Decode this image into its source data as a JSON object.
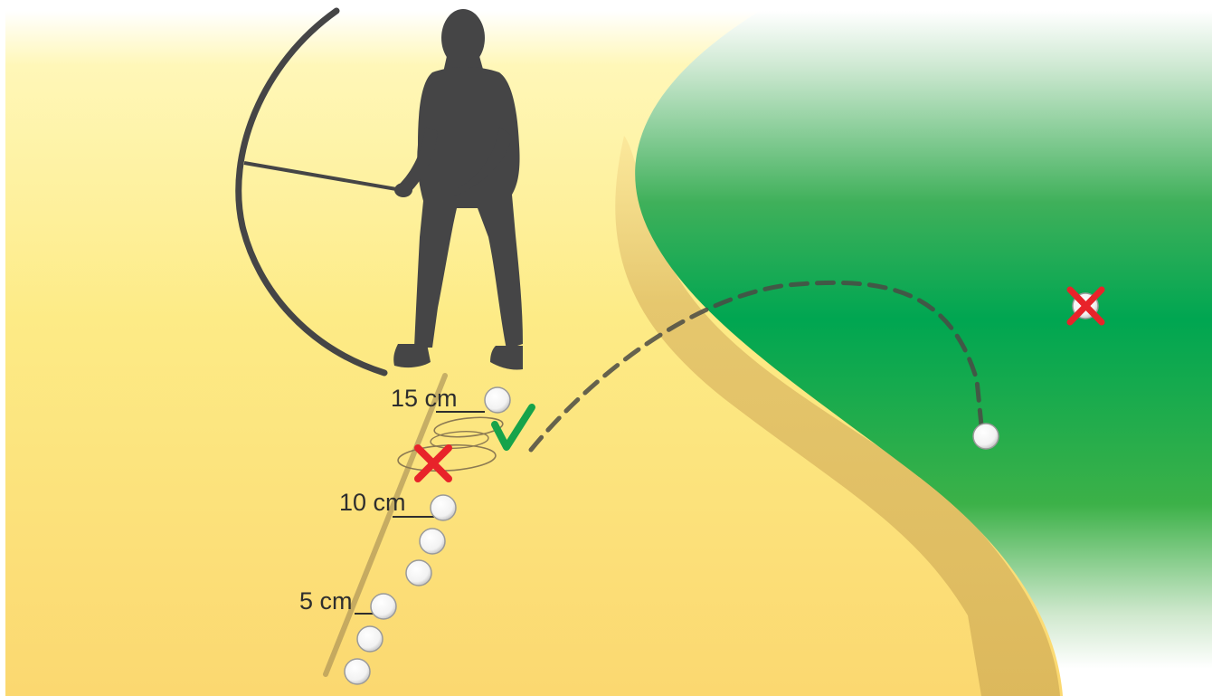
{
  "colors": {
    "sand_top": "#fff9c4",
    "sand_bottom": "#fbdb6e",
    "sand_bank": "#d8b65a",
    "green_light": "#3fae49",
    "green_dark": "#00a651",
    "silhouette": "#454546",
    "trajectory": "#4a4a44",
    "ball": "#ffffff",
    "cross": "#e8232a",
    "check": "#16a34a"
  },
  "distance_markers": [
    {
      "label": "15 cm"
    },
    {
      "label": "10 cm"
    },
    {
      "label": "5 cm"
    }
  ],
  "marks": {
    "correct": "checkmark-icon",
    "incorrect": "cross-icon"
  }
}
